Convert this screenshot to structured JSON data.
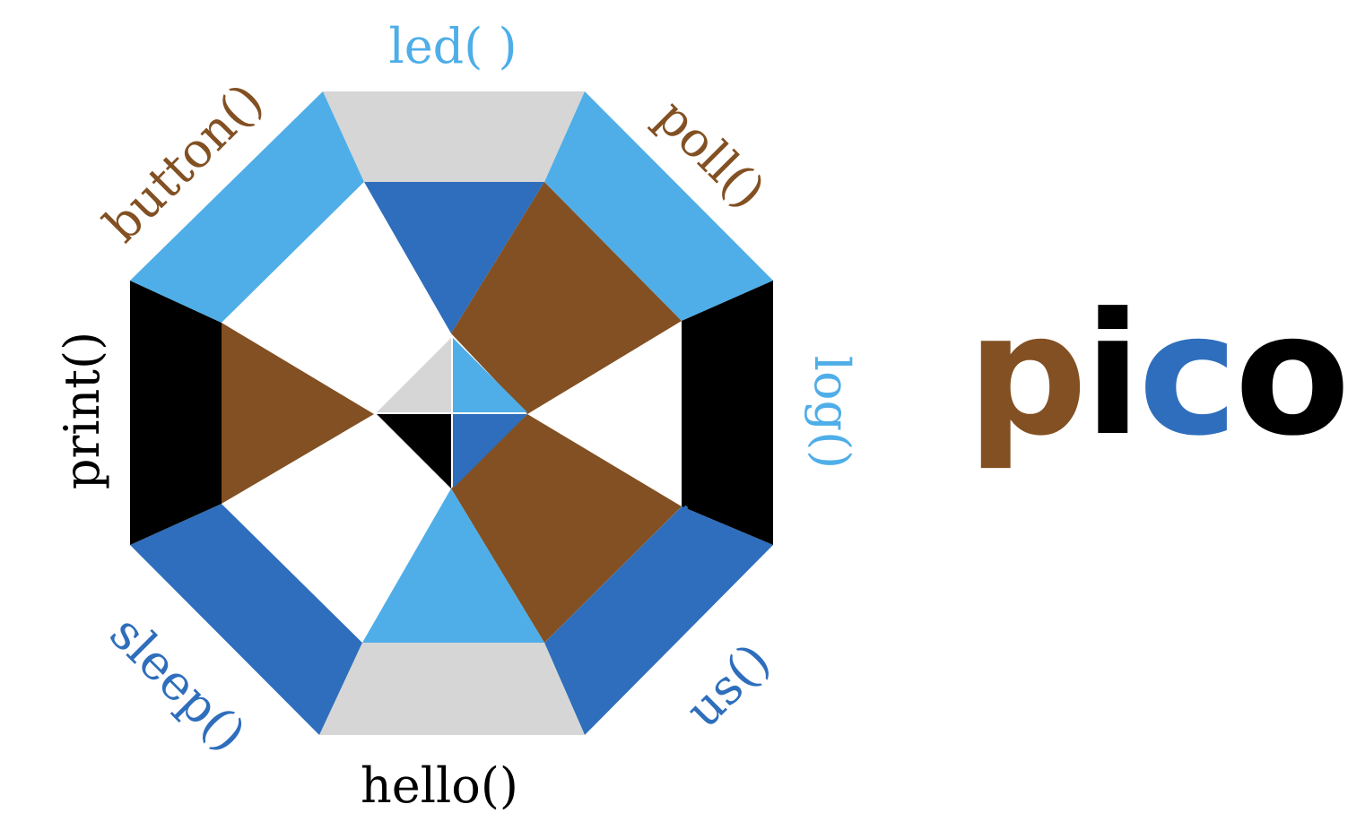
{
  "colors": {
    "light_blue": "#4faee8",
    "dark_blue": "#2e6ebc",
    "brown": "#825022",
    "black": "#000000",
    "light_gray": "#d6d6d6",
    "white": "#ffffff"
  },
  "labels": {
    "top": "led( )",
    "top_right": "poll()",
    "right": "log()",
    "bottom_right": "us()",
    "bottom": "hello()",
    "bottom_left": "sleep()",
    "left": "print()",
    "top_left": "button()"
  },
  "logo": {
    "letters": [
      {
        "char": "p",
        "color": "#825022"
      },
      {
        "char": "i",
        "color": "#000000"
      },
      {
        "char": "c",
        "color": "#2e6ebc"
      },
      {
        "char": "o",
        "color": "#000000"
      }
    ]
  }
}
